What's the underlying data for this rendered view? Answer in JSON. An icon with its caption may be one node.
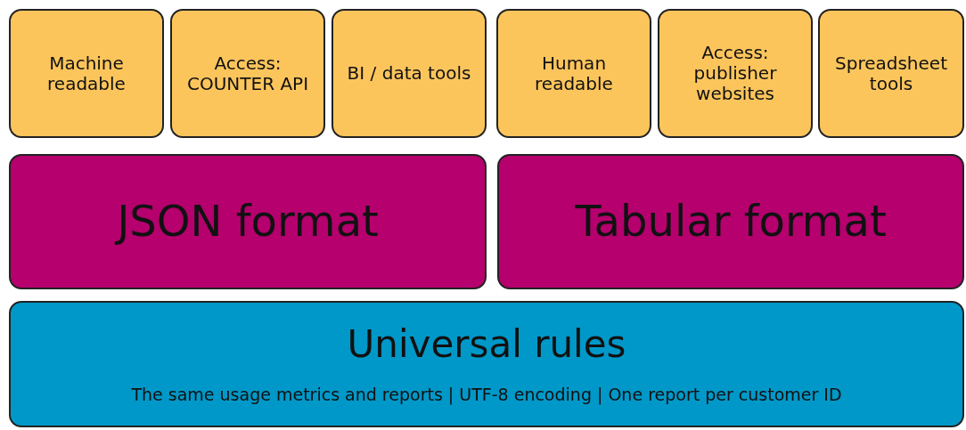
{
  "diagram": {
    "nodes": [
      {
        "text": [
          "Machine readable"
        ]
      },
      {
        "text": [
          "Access: COUNTER API"
        ]
      },
      {
        "text": [
          "BI / data tools"
        ]
      },
      {
        "text": [
          "Human readable"
        ]
      },
      {
        "text": [
          "Access: publisher websites"
        ]
      },
      {
        "text": [
          "Spreadsheet tools"
        ]
      },
      {
        "text": [
          "JSON format"
        ]
      },
      {
        "text": [
          "Tabular format"
        ]
      },
      {
        "text": [
          "Universal rules",
          "The same usage metrics and reports | UTF-8 encoding | One report per customer ID"
        ]
      }
    ]
  }
}
